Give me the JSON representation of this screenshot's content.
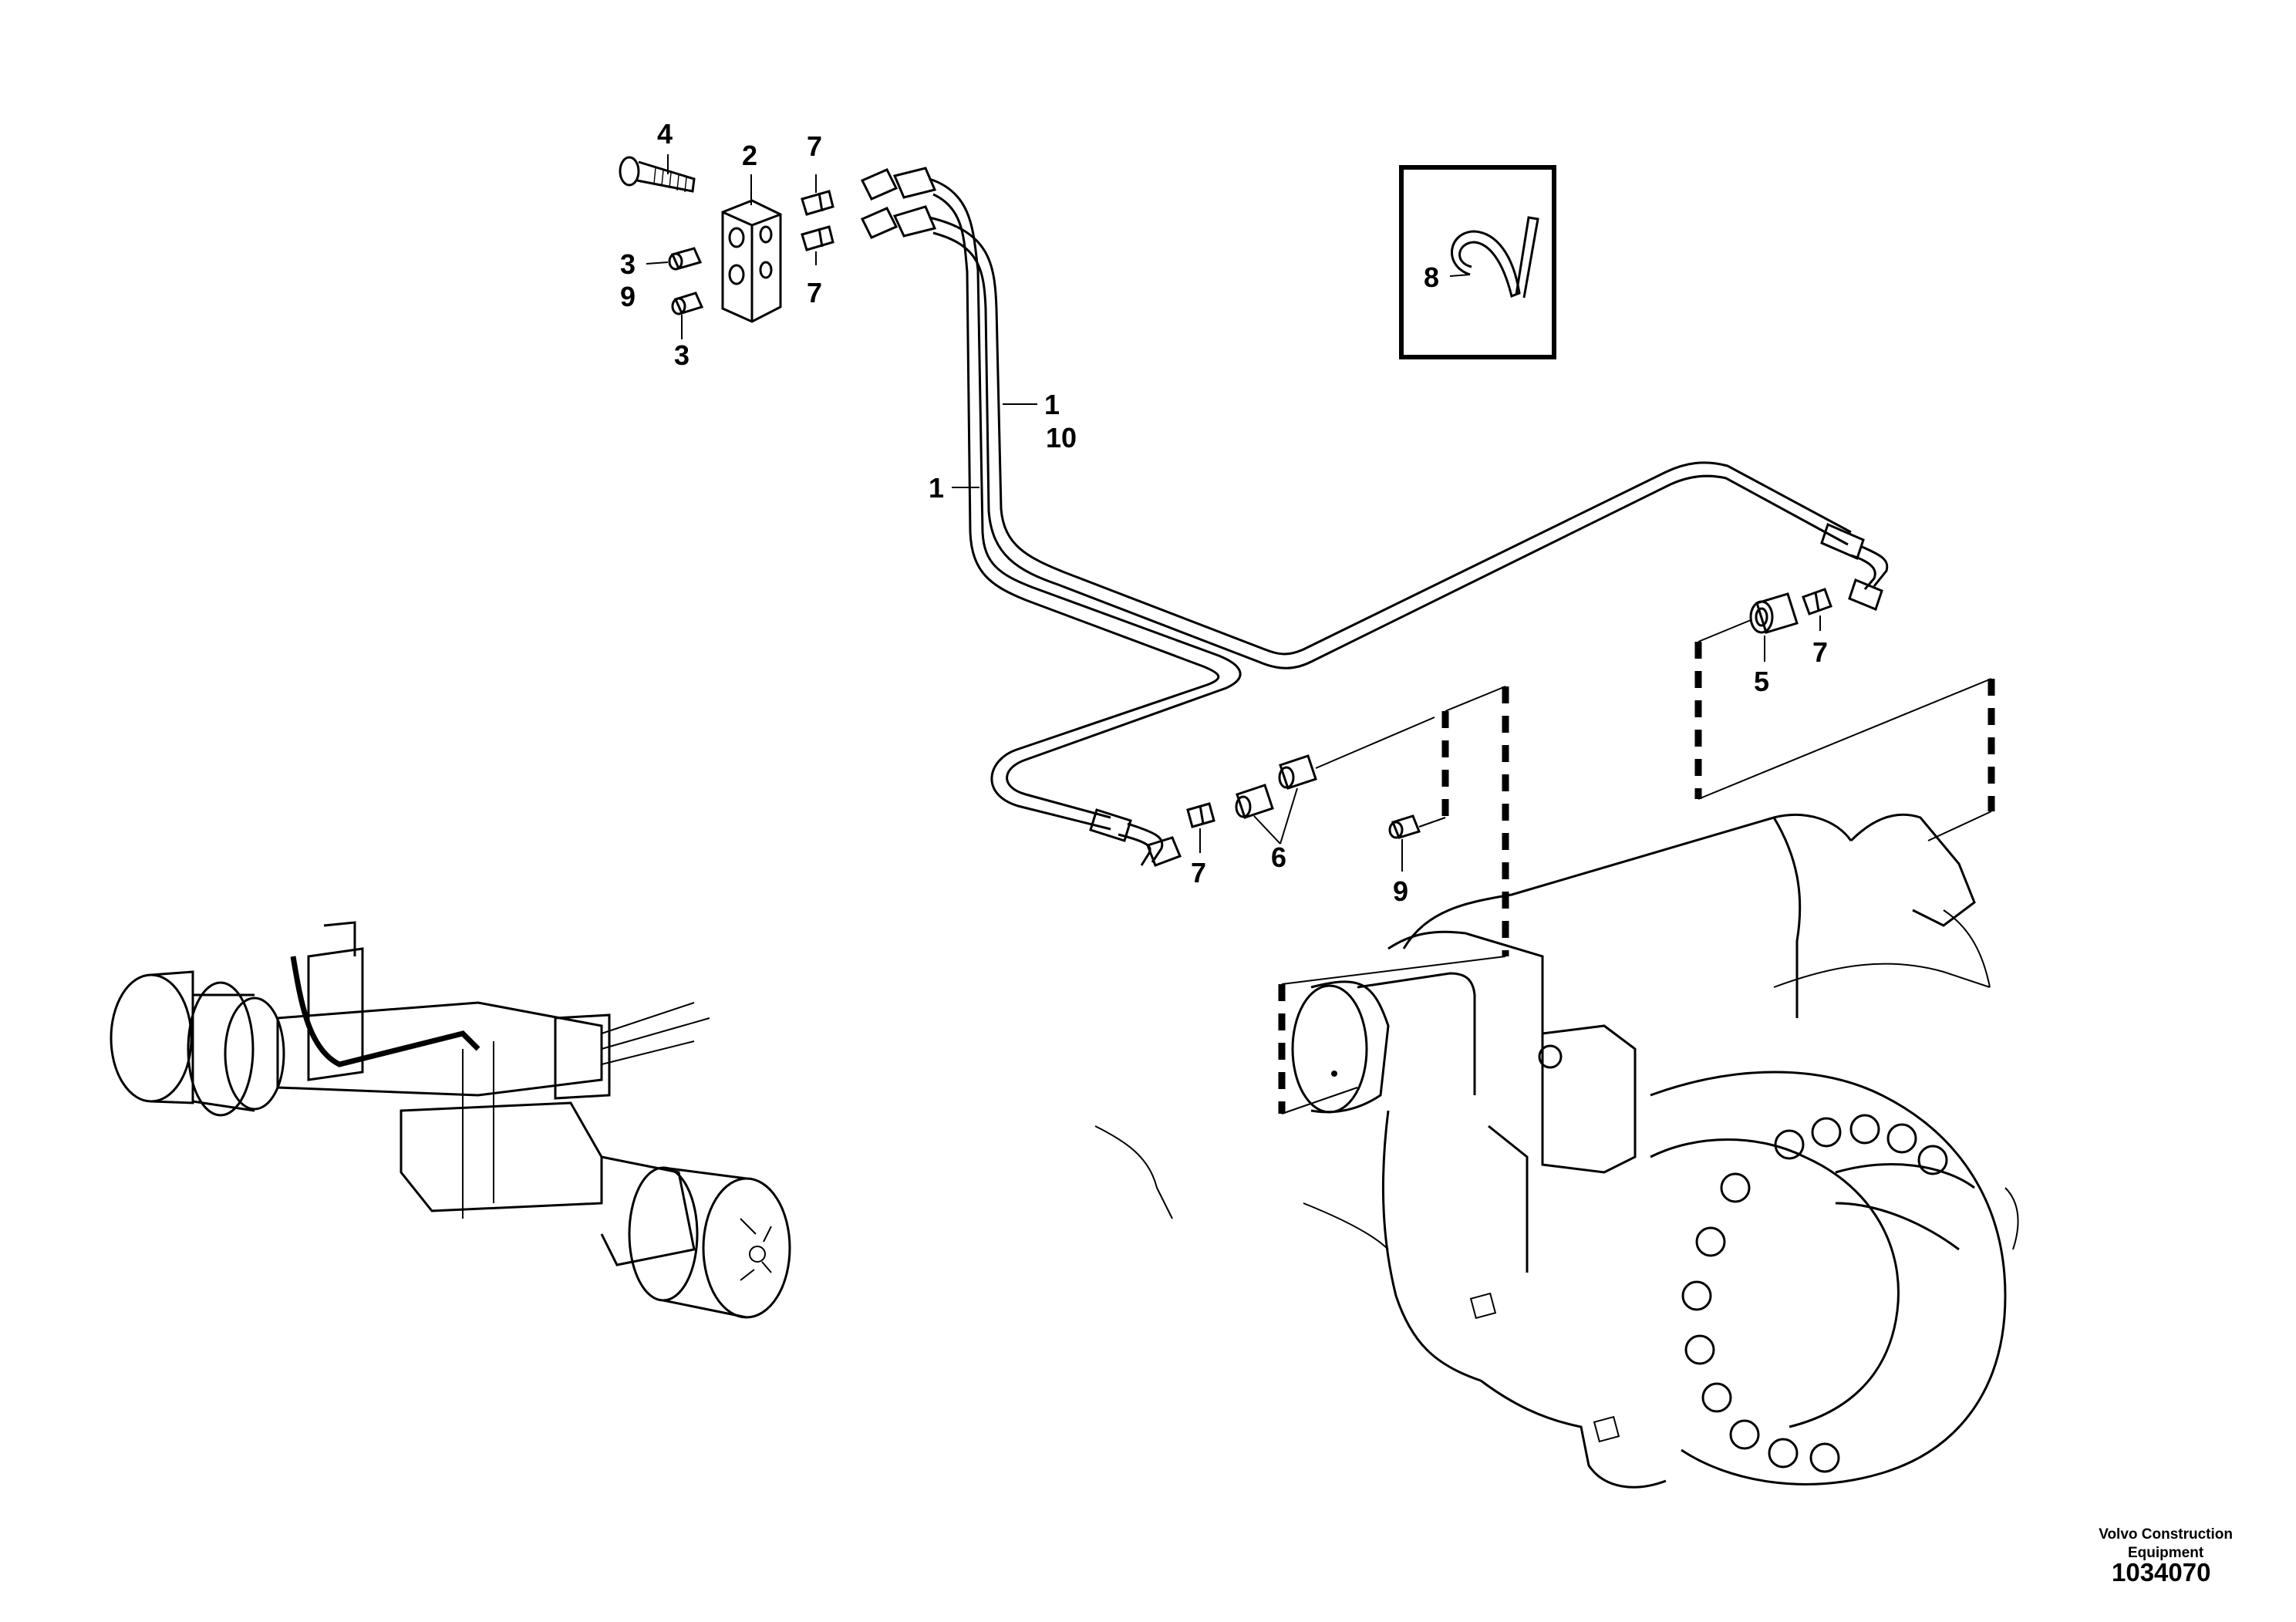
{
  "credits": {
    "company_line1": "Volvo Construction",
    "company_line2": "Equipment",
    "document_number": "1034070"
  },
  "callouts": {
    "c4": "4",
    "c2": "2",
    "c7a": "7",
    "c7b": "7",
    "c3a": "3",
    "c9a": "9",
    "c3b": "3",
    "c8": "8",
    "c1a": "1",
    "c10": "10",
    "c1b": "1",
    "c5": "5",
    "c7c": "7",
    "c7d": "7",
    "c6": "6",
    "c9b": "9"
  }
}
